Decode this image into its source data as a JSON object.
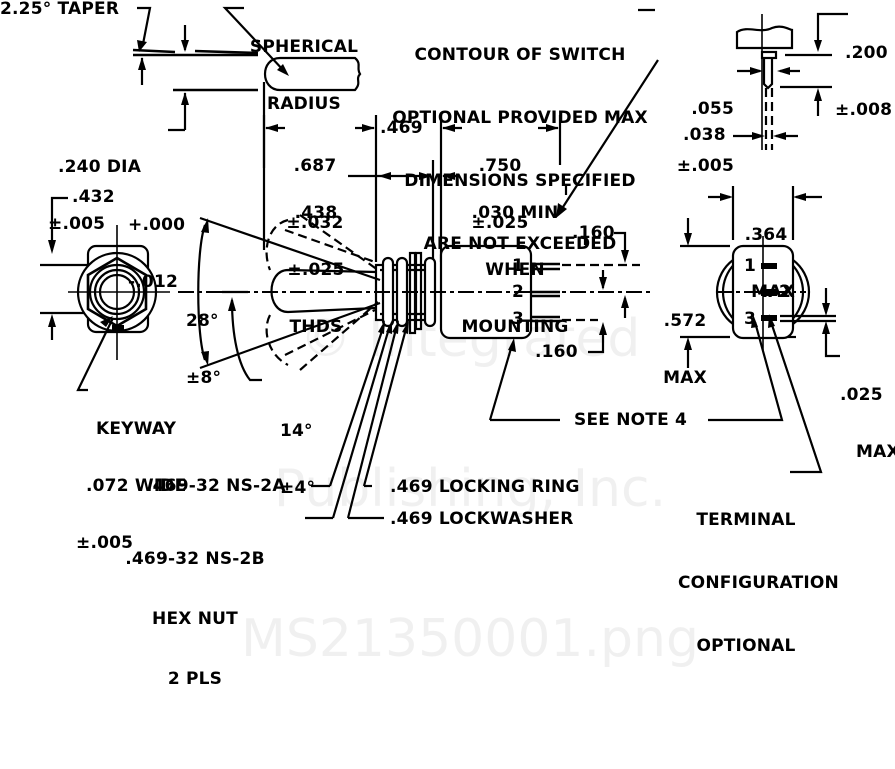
{
  "drawing": {
    "title": "Toggle switch dimensional drawing",
    "watermark": [
      "© Integrated",
      "Publishing, Inc.",
      "MS21350001.png"
    ],
    "labels": {
      "taper": "2.25° TAPER",
      "spherical_radius": [
        "SPHERICAL",
        "RADIUS"
      ],
      "contour_note": [
        "CONTOUR OF SWITCH",
        "OPTIONAL PROVIDED MAX",
        "DIMENSIONS SPECIFIED",
        "ARE NOT EXCEEDED"
      ],
      "lever_dia": [
        ".240 DIA",
        "±.005"
      ],
      "lever_length": [
        ".687",
        "±.032"
      ],
      "bushing_length": ".469",
      "body_length": [
        ".750",
        "±.025"
      ],
      "thread_length": [
        ".438",
        "±.025",
        "THDS"
      ],
      "mount_clearance": [
        ".030 MIN",
        "WHEN",
        "MOUNTING"
      ],
      "terminal_length": [
        ".200",
        "±.008"
      ],
      "terminal_width": [
        ".055",
        "±.005"
      ],
      "terminal_thickness": ".038",
      "nut_across_flats": ".432",
      "nut_tolerance": [
        "+.000",
        "-.012"
      ],
      "throw_angle": [
        "28°",
        "±8°"
      ],
      "lever_angle": [
        "14°",
        "±4°"
      ],
      "keyway": [
        "KEYWAY",
        ".072 WIDE",
        "±.005"
      ],
      "terminal_spacing_top": ".160",
      "terminal_spacing_bottom": ".160",
      "body_height": [
        ".572",
        "MAX"
      ],
      "end_width": [
        ".364",
        "MAX"
      ],
      "terminal_offset": [
        ".025",
        "MAX"
      ],
      "terminal_numbers": [
        "1",
        "2",
        "3"
      ],
      "see_note": "SEE NOTE 4",
      "terminal_config": [
        "TERMINAL",
        "CONFIGURATION",
        "OPTIONAL"
      ],
      "thread_2a": ".469-32 NS-2A",
      "thread_2b": [
        ".469-32 NS-2B",
        "HEX NUT",
        "2 PLS"
      ],
      "locking_ring": ".469 LOCKING RING",
      "lockwasher": ".469 LOCKWASHER"
    }
  }
}
